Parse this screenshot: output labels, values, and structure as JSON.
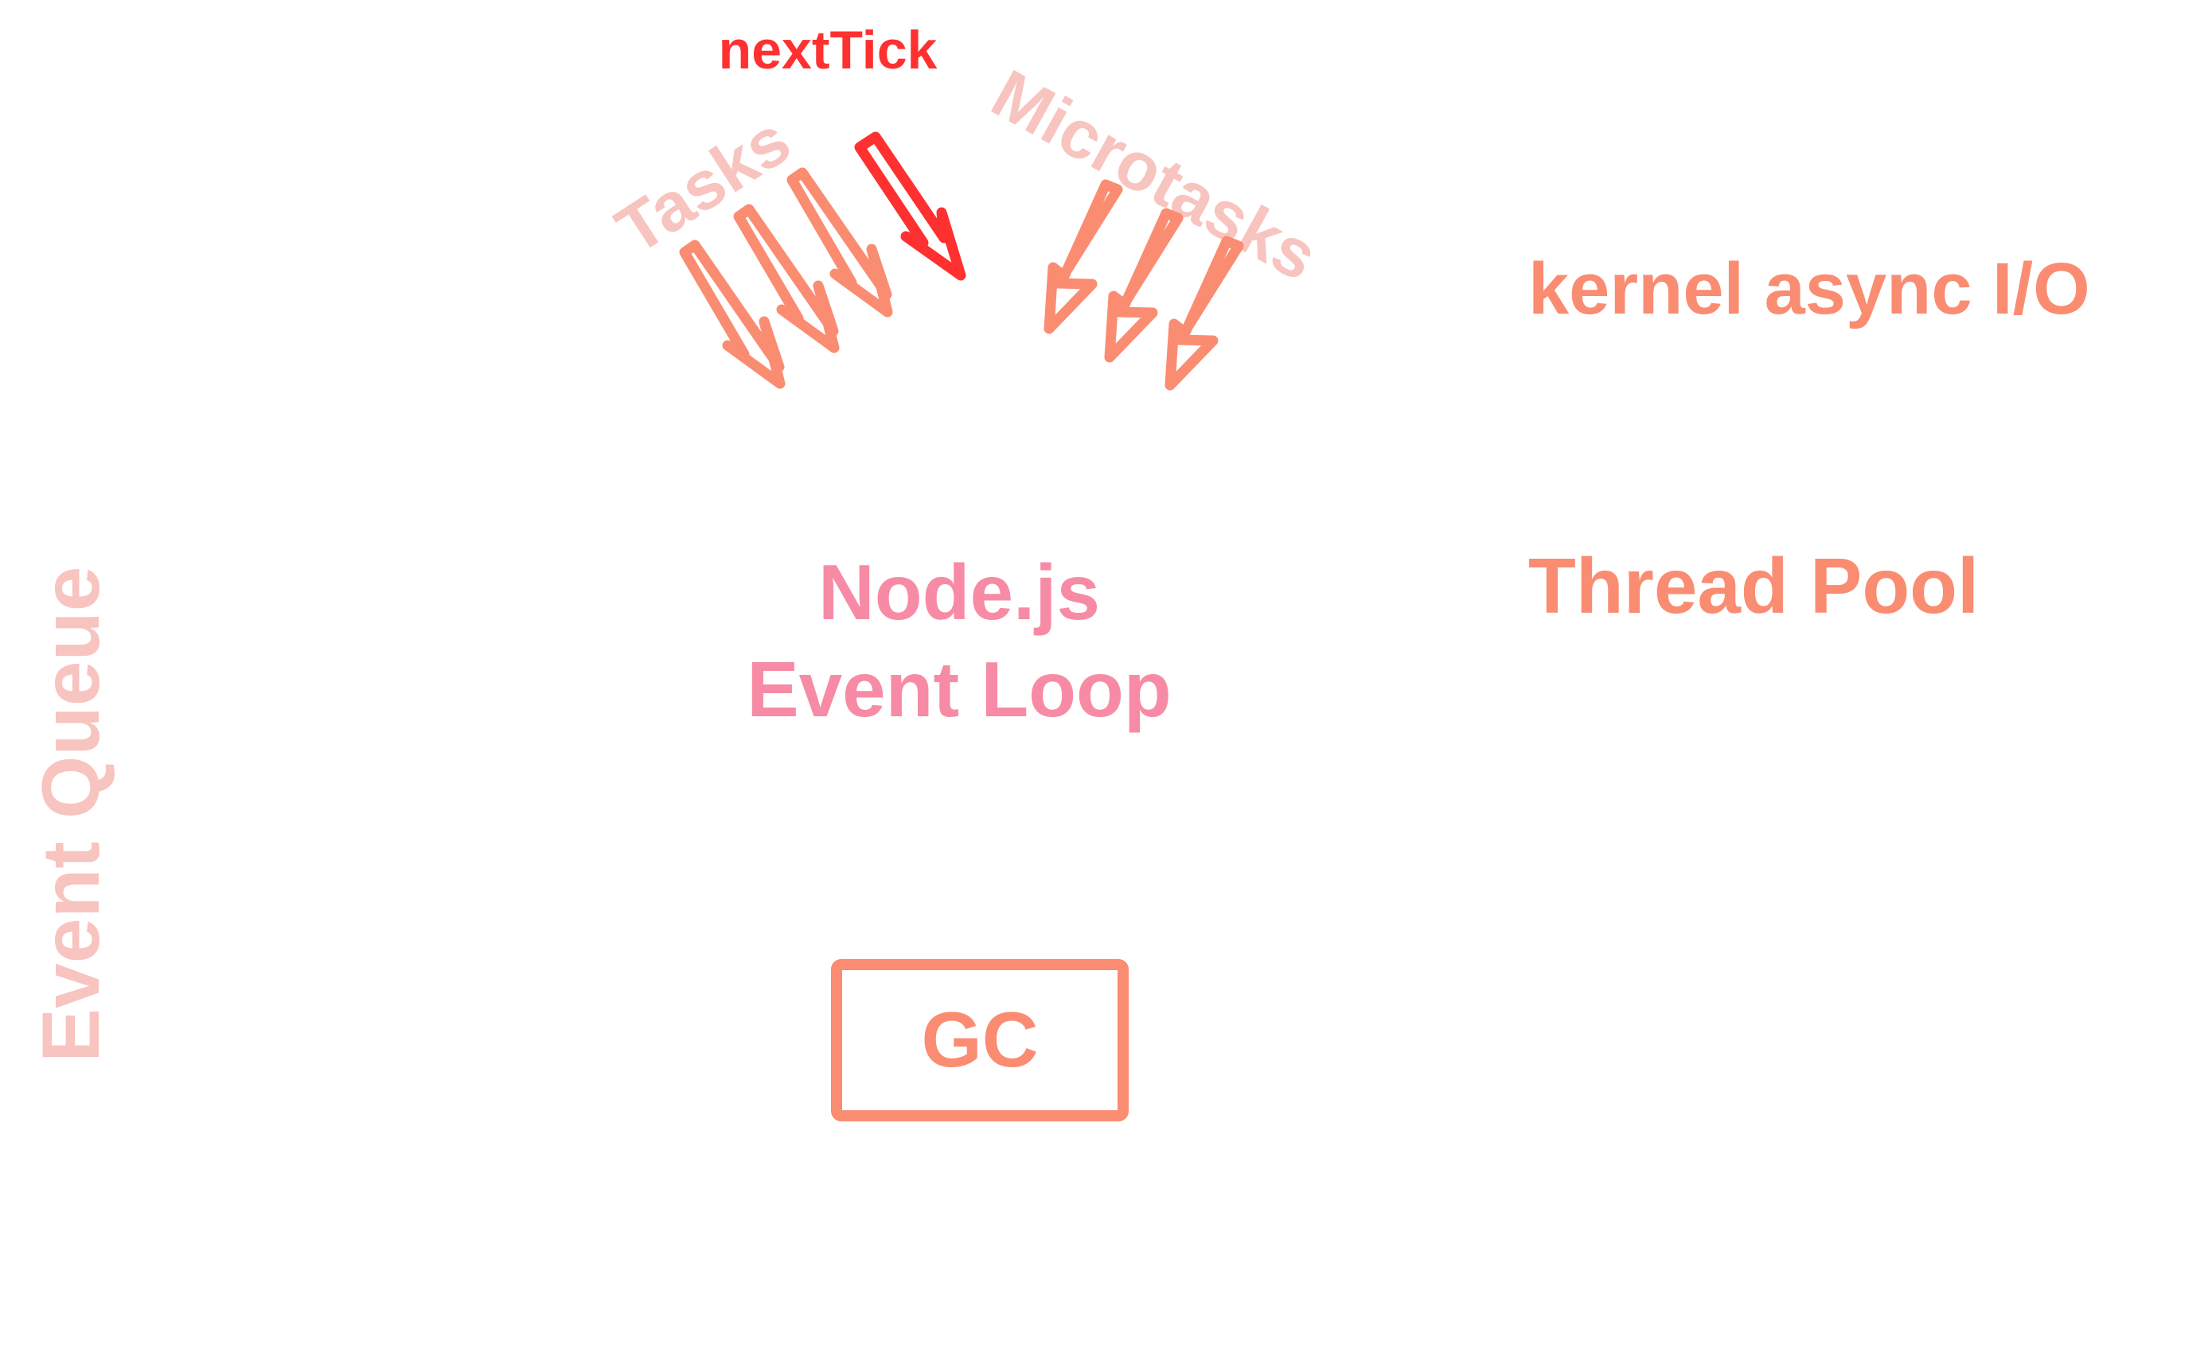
{
  "labels": {
    "next_tick": "nextTick",
    "tasks": "Tasks",
    "microtasks": "Microtasks",
    "kernel_async_io": "kernel async I/O",
    "thread_pool": "Thread Pool",
    "event_loop_line1": "Node.js",
    "event_loop_line2": "Event Loop",
    "event_queue": "Event Queue",
    "gc": "GC"
  },
  "colors": {
    "next_tick": "#ff3030",
    "queue_labels": "#f8c4c0",
    "arrows": "#fa8c72",
    "side_labels": "#fa8c72",
    "event_loop": "#f78ba6",
    "gc": "#fa8c72"
  }
}
